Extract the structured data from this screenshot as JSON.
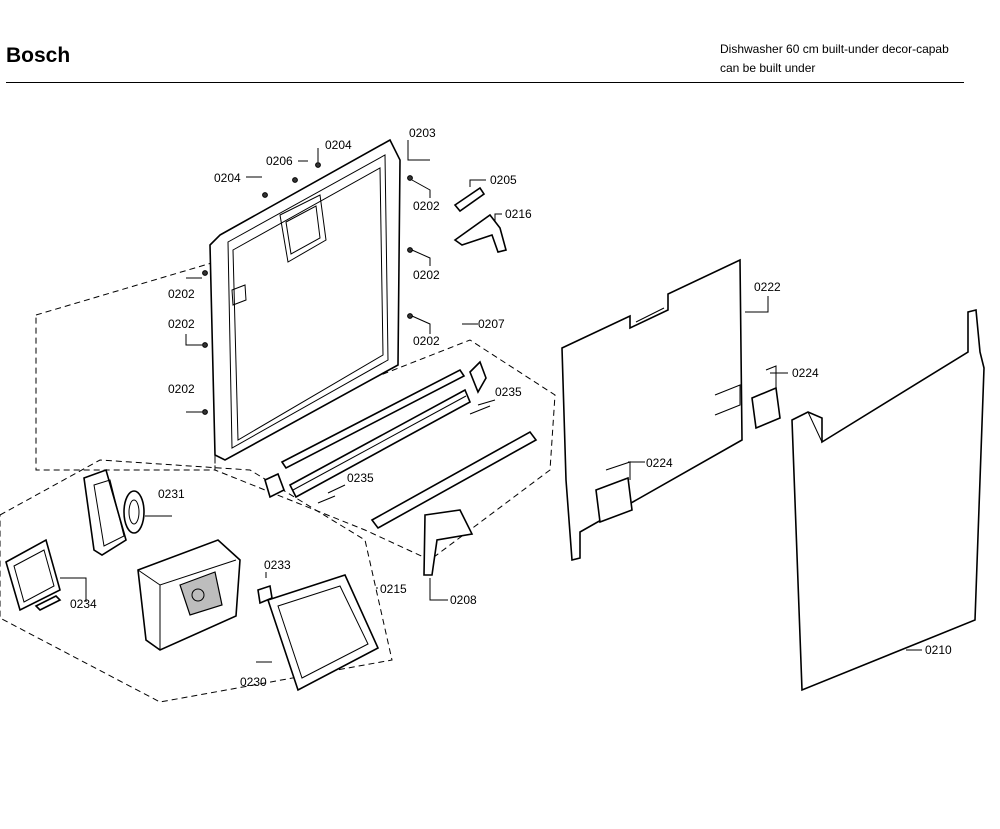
{
  "header": {
    "brand": "Bosch",
    "description_line1": "Dishwasher 60 cm built-under decor-capab",
    "description_line2": "can be built under"
  },
  "diagram": {
    "labels": [
      {
        "key": "0204a",
        "text": "0204"
      },
      {
        "key": "0206",
        "text": "0206"
      },
      {
        "key": "0204b",
        "text": "0204"
      },
      {
        "key": "0203",
        "text": "0203"
      },
      {
        "key": "0205",
        "text": "0205"
      },
      {
        "key": "0202a",
        "text": "0202"
      },
      {
        "key": "0216",
        "text": "0216"
      },
      {
        "key": "0202b",
        "text": "0202"
      },
      {
        "key": "0202c",
        "text": "0202"
      },
      {
        "key": "0202d",
        "text": "0202"
      },
      {
        "key": "0202e",
        "text": "0202"
      },
      {
        "key": "0202f",
        "text": "0202"
      },
      {
        "key": "0207",
        "text": "0207"
      },
      {
        "key": "0222",
        "text": "0222"
      },
      {
        "key": "0224a",
        "text": "0224"
      },
      {
        "key": "0235a",
        "text": "0235"
      },
      {
        "key": "0224b",
        "text": "0224"
      },
      {
        "key": "0235b",
        "text": "0235"
      },
      {
        "key": "0231",
        "text": "0231"
      },
      {
        "key": "0233",
        "text": "0233"
      },
      {
        "key": "0215",
        "text": "0215"
      },
      {
        "key": "0208",
        "text": "0208"
      },
      {
        "key": "0234",
        "text": "0234"
      },
      {
        "key": "0230",
        "text": "0230"
      },
      {
        "key": "0210",
        "text": "0210"
      }
    ]
  }
}
